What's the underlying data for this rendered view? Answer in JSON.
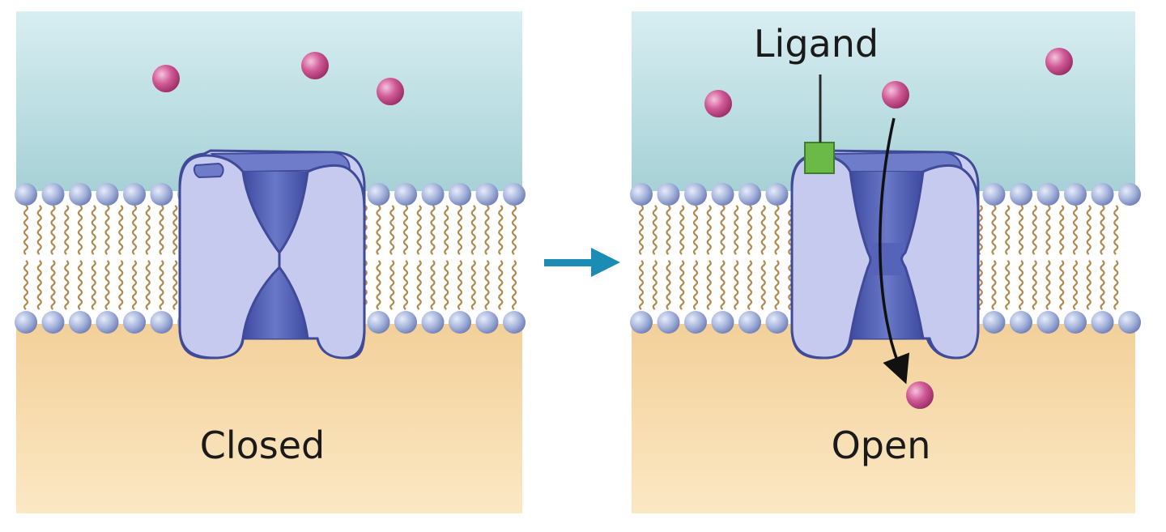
{
  "panels": {
    "left": {
      "label": "Closed"
    },
    "right": {
      "label": "Open",
      "ligand_label": "Ligand"
    }
  },
  "colors": {
    "extracellular_top": "#d6edf0",
    "extracellular_bottom": "#a9d3d8",
    "cytoplasm_top": "#f6d6a0",
    "cytoplasm_bottom": "#fbe7c0",
    "phospholipid_head": "#aab8dc",
    "lipid_tail": "#b08a4f",
    "channel_light": "#c9cdf0",
    "channel_dark": "#4a57ad",
    "ligand": "#67b545",
    "ion": "#c8528d",
    "arrow": "#1b8cb3"
  },
  "icons": {
    "ion": "magenta-sphere",
    "ligand": "green-square",
    "transition_arrow": "teal-right-arrow"
  }
}
